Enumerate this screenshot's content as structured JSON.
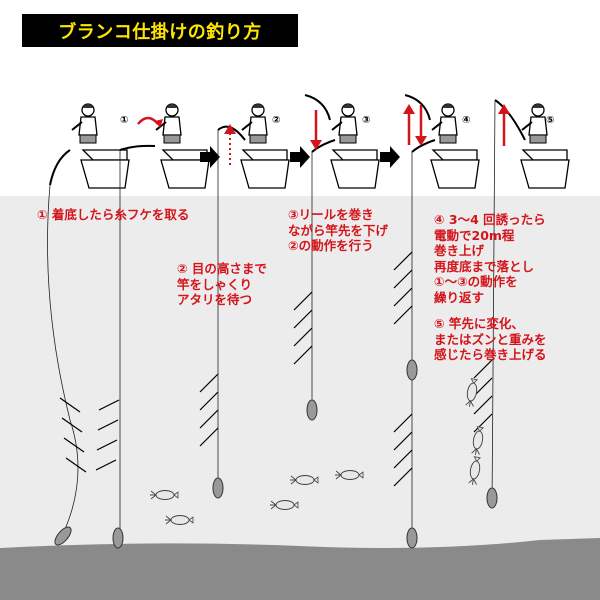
{
  "title": "ブランコ仕掛けの釣り方",
  "colors": {
    "title_bg": "#000000",
    "title_text": "#ffe600",
    "note_text": "#d4141b",
    "water": "#ececec",
    "seabed": "#8a8a8a",
    "arrow_red": "#d4141b",
    "arrow_black": "#000000"
  },
  "steps": [
    {
      "marker": "①",
      "icon": "rotate-arrow-icon"
    },
    {
      "marker": "②",
      "icon": "dotted-up-arrow-icon"
    },
    {
      "marker": "③",
      "icon": "down-arrow-icon"
    },
    {
      "marker": "④",
      "icon": "up-down-arrows-icon"
    },
    {
      "marker": "⑤",
      "icon": "up-arrow-icon"
    }
  ],
  "notes": {
    "step1": [
      "① 着底したら糸フケを取る"
    ],
    "step2": [
      "② 目の高さまで",
      "竿をしゃくり",
      "アタリを待つ"
    ],
    "step3": [
      "③リールを巻き",
      "ながら竿先を下げ",
      "②の動作を行う"
    ],
    "step4": [
      "④ 3～4 回誘ったら",
      "電動で20m程",
      "巻き上げ",
      "再度底まで落とし",
      "①～③の動作を",
      "繰り返す"
    ],
    "step5": [
      "⑤ 竿先に変化、",
      "またはズンと重みを",
      "感じたら巻き上げる"
    ]
  }
}
